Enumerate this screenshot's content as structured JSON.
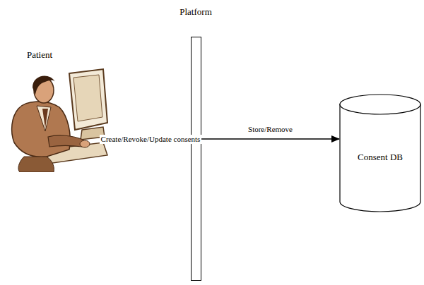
{
  "diagram": {
    "nodes": [
      {
        "text": [
          "Patient"
        ]
      },
      {
        "text": [
          "Platform"
        ]
      },
      {
        "text": [
          "Consent DB"
        ]
      }
    ],
    "edges": [
      {
        "from": 0,
        "to": 1,
        "label": "Create/Revoke/Update consents",
        "arrow": "to"
      },
      {
        "from": 1,
        "to": 2,
        "label": "Store/Remove",
        "arrow": "to"
      }
    ]
  }
}
